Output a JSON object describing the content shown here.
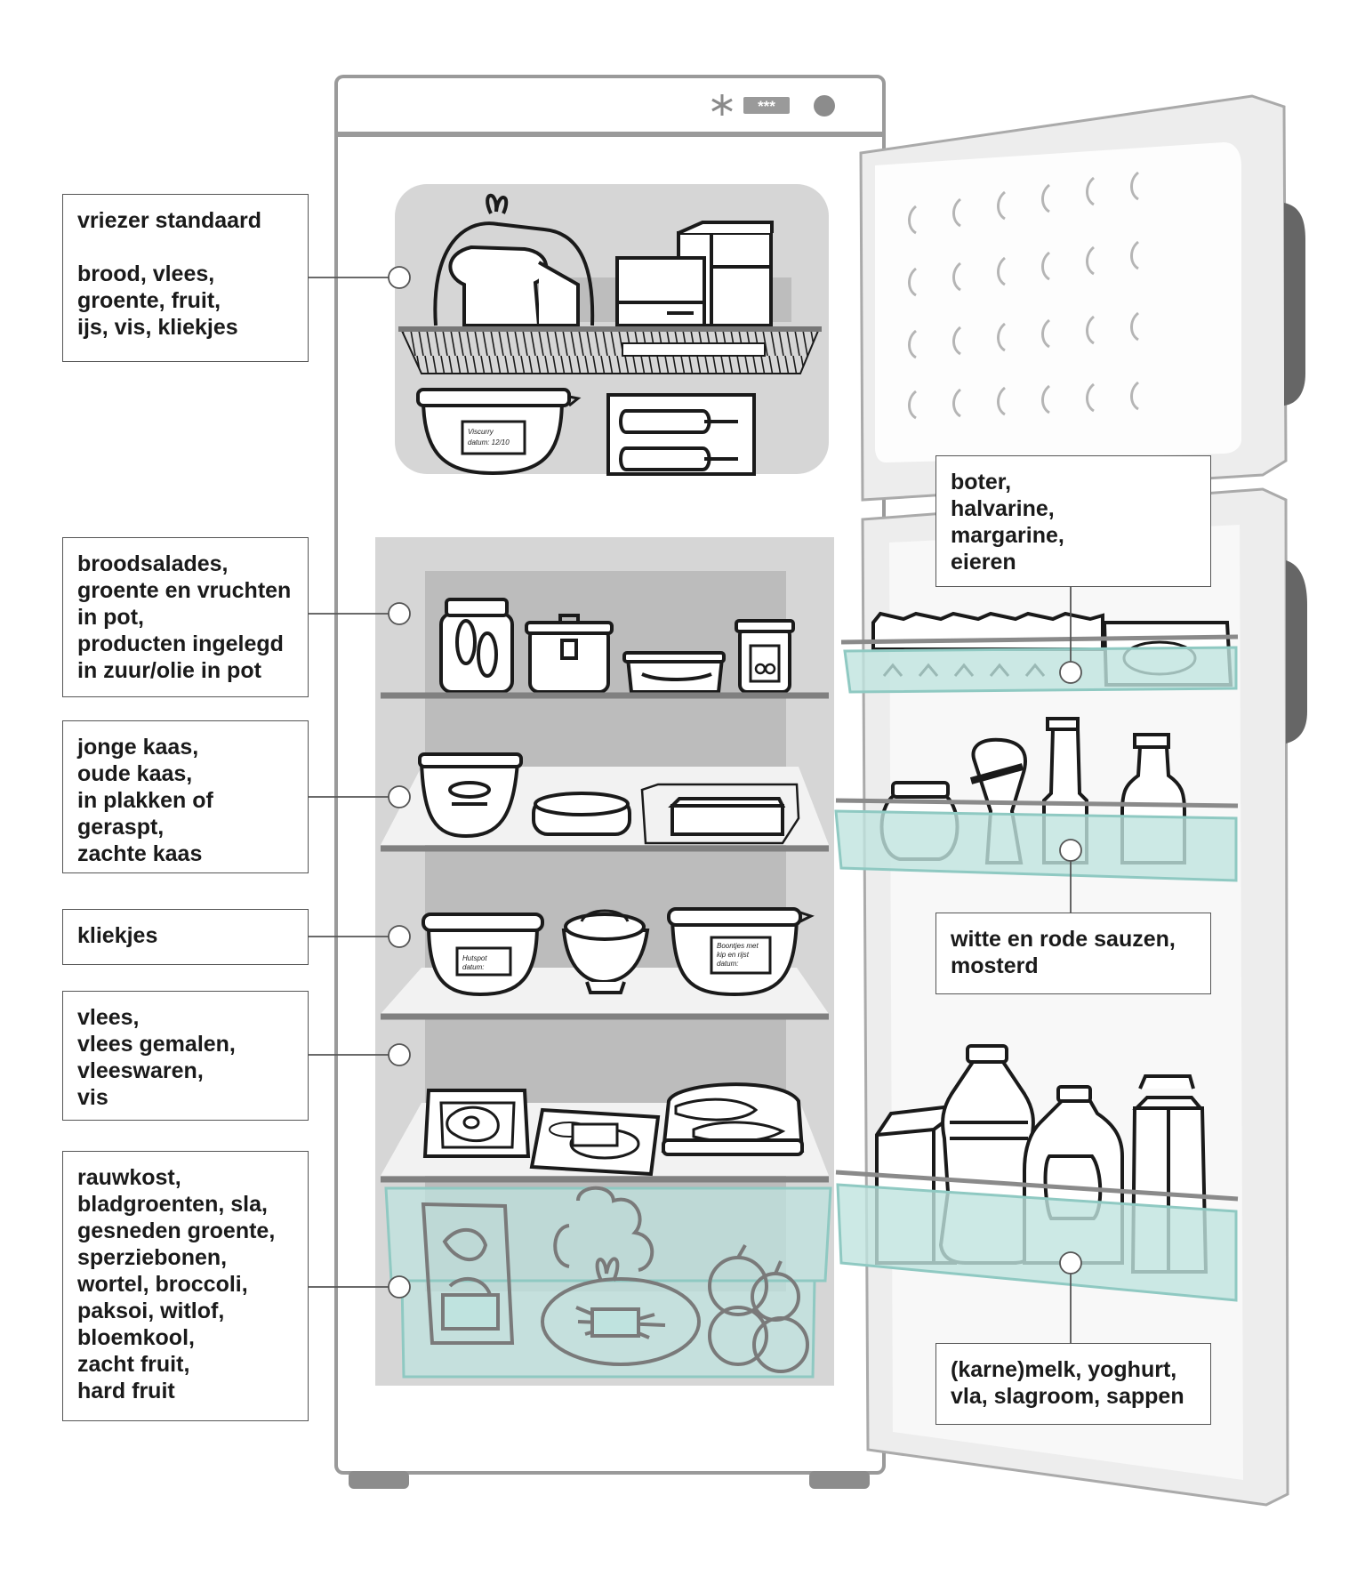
{
  "labels": {
    "freezer": {
      "title": "vriezer standaard",
      "lines": [
        "brood, vlees,",
        "groente, fruit,",
        "ijs, vis, kliekjes"
      ]
    },
    "jars": {
      "lines": [
        "broodsalades,",
        "groente en vruchten",
        "in pot,",
        "producten ingelegd",
        "in zuur/olie in pot"
      ]
    },
    "cheese": {
      "lines": [
        "jonge kaas,",
        "oude kaas,",
        "in plakken of",
        "geraspt,",
        "zachte kaas"
      ]
    },
    "leftovers": {
      "lines": [
        "kliekjes"
      ]
    },
    "meat": {
      "lines": [
        "vlees,",
        "vlees gemalen,",
        "vleeswaren,",
        "vis"
      ]
    },
    "crisper": {
      "lines": [
        "rauwkost,",
        "bladgroenten, sla,",
        "gesneden groente,",
        "sperziebonen,",
        "wortel, broccoli,",
        "paksoi, witlof,",
        "bloemkool,",
        "zacht fruit,",
        "hard fruit"
      ]
    },
    "door_top": {
      "lines": [
        "boter,",
        "halvarine,",
        "margarine,",
        "eieren"
      ]
    },
    "door_mid": {
      "lines": [
        "witte en rode sauzen,",
        "mosterd"
      ]
    },
    "door_bottom": {
      "lines": [
        "(karne)melk, yoghurt,",
        "vla, slagroom, sappen"
      ]
    }
  },
  "item_labels": {
    "fish_tub": [
      "Viscurry",
      "datum: 12/10"
    ],
    "hutspot_tub": [
      "Hutspot",
      "datum:"
    ],
    "beans_tub": [
      "Boontjes met",
      "kip en rijst",
      "datum:"
    ]
  },
  "display": {
    "freezer_indicator": "***",
    "colors": {
      "outline": "#1a1a1a",
      "panel_gray": "#d4d4d4",
      "inner_gray": "#b8b8b8",
      "drawer_teal": "#bfe3df",
      "fridge_body": "#ffffff",
      "door_gray": "#eeeeee"
    }
  }
}
